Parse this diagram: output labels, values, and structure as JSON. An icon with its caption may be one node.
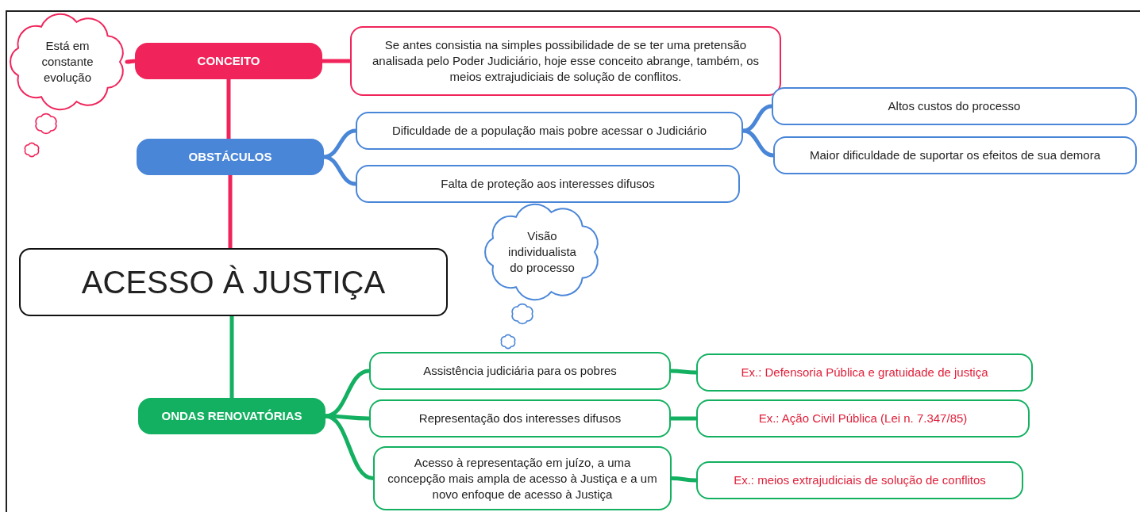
{
  "diagram": {
    "nodes": [
      {
        "text": [
          "ACESSO À JUSTIÇA"
        ]
      },
      {
        "text": [
          "CONCEITO"
        ]
      },
      {
        "text": [
          "Está em constante evolução"
        ]
      },
      {
        "text": [
          "Se antes consistia na simples possibilidade de se ter uma pretensão analisada pelo Poder Judiciário, hoje esse conceito abrange, também, os meios extrajudiciais de solução de conflitos."
        ]
      },
      {
        "text": [
          "OBSTÁCULOS"
        ]
      },
      {
        "text": [
          "Dificuldade de a população mais pobre acessar o Judiciário"
        ]
      },
      {
        "text": [
          "Altos custos do processo"
        ]
      },
      {
        "text": [
          "Maior dificuldade de suportar os efeitos de sua demora"
        ]
      },
      {
        "text": [
          "Falta de proteção aos interesses difusos"
        ]
      },
      {
        "text": [
          "Visão individualista do processo"
        ]
      },
      {
        "text": [
          "ONDAS RENOVATÓRIAS"
        ]
      },
      {
        "text": [
          "Assistência judiciária para os pobres"
        ]
      },
      {
        "text": [
          "Ex.: Defensoria Pública e gratuidade de justiça"
        ]
      },
      {
        "text": [
          "Representação dos interesses difusos"
        ]
      },
      {
        "text": [
          "Ex.: Ação Civil Pública (Lei n. 7.347/85)"
        ]
      },
      {
        "text": [
          "Acesso à representação em juízo, a uma concepção mais ampla de acesso à Justiça e a um novo enfoque de acesso à Justiça"
        ]
      },
      {
        "text": [
          "Ex.: meios extrajudiciais de solução de conflitos"
        ]
      }
    ],
    "edges": [
      {
        "from": 4,
        "to": 1,
        "arrow": "none",
        "color": "#f0245a"
      },
      {
        "from": 0,
        "to": 4,
        "arrow": "none",
        "color": "#f0245a"
      },
      {
        "from": 1,
        "to": 2,
        "arrow": "none",
        "color": "#f0245a"
      },
      {
        "from": 1,
        "to": 3,
        "arrow": "none",
        "color": "#f0245a"
      },
      {
        "from": 4,
        "to": 5,
        "arrow": "none",
        "color": "#4a86d8"
      },
      {
        "from": 4,
        "to": 8,
        "arrow": "none",
        "color": "#4a86d8"
      },
      {
        "from": 5,
        "to": 6,
        "arrow": "none",
        "color": "#4a86d8"
      },
      {
        "from": 5,
        "to": 7,
        "arrow": "none",
        "color": "#4a86d8"
      },
      {
        "from": 0,
        "to": 10,
        "arrow": "none"
      },
      {
        "from": 10,
        "to": 11,
        "arrow": "none"
      },
      {
        "from": 10,
        "to": 13,
        "arrow": "none"
      },
      {
        "from": 10,
        "to": 15,
        "arrow": "none"
      },
      {
        "from": 11,
        "to": 12,
        "arrow": "none"
      },
      {
        "from": 13,
        "to": 14,
        "arrow": "none"
      },
      {
        "from": 15,
        "to": 16,
        "arrow": "none"
      }
    ]
  }
}
